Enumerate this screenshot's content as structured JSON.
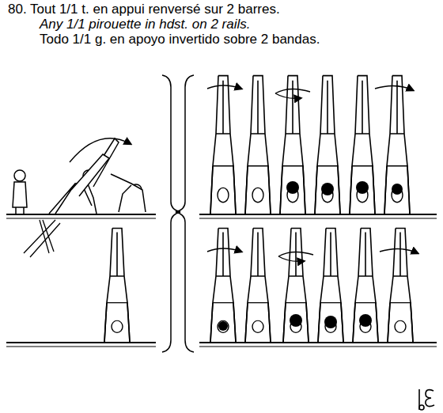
{
  "diagram": {
    "title": "80. Tout 1/1 t. en appui renversé sur 2 barres.",
    "labels": [
      "Any 1/1 pirouette in hdst. on 2 rails.",
      "Todo 1/1 g. en apoyo invertido sobre 2 bandas."
    ]
  }
}
